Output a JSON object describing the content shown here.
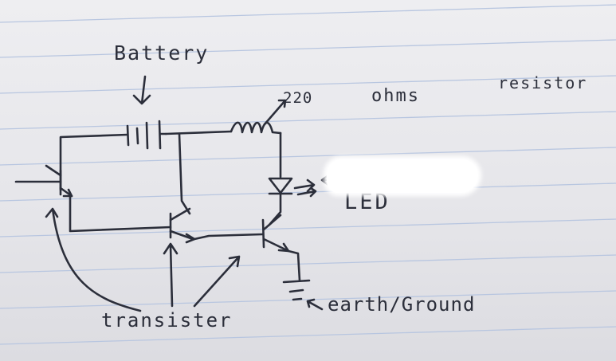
{
  "labels": {
    "battery": "Battery",
    "resistance_value": "220",
    "resistance_unit": "ohms",
    "resistor": "resistor",
    "led": "LED",
    "transistor": "transister",
    "ground": "earth/Ground"
  },
  "colors": {
    "paper": "#e9e9ec",
    "rule_line": "#b8c6e0",
    "ink": "#2b2e3a",
    "redaction": "#ffffff"
  },
  "icons": [
    "battery-icon",
    "resistor-icon",
    "led-diode-icon",
    "transistor-icon",
    "ground-icon",
    "arrow-icon"
  ]
}
